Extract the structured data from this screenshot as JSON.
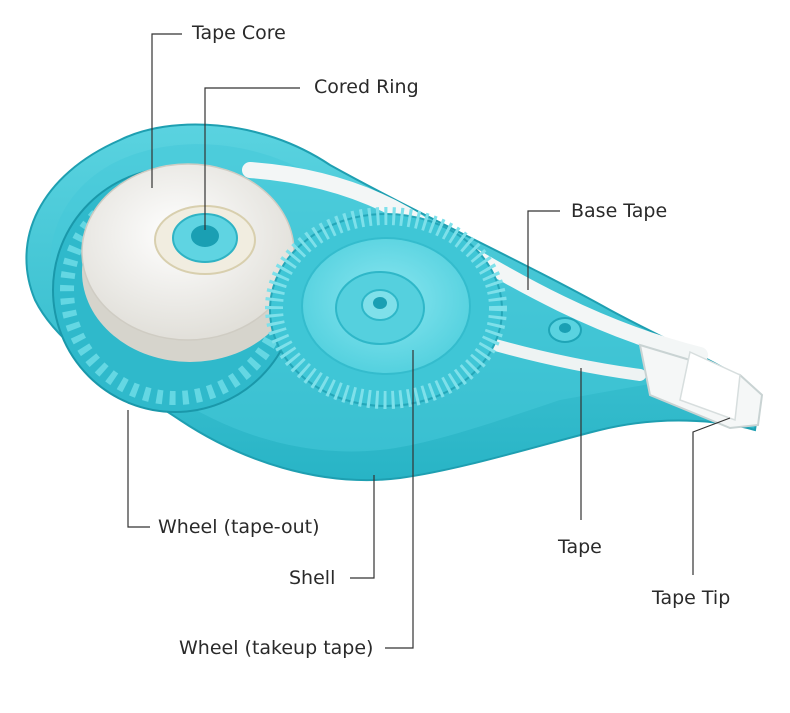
{
  "labels": {
    "tape_core": "Tape Core",
    "cored_ring": "Cored Ring",
    "base_tape": "Base Tape",
    "wheel_tape_out": "Wheel (tape-out)",
    "shell": "Shell",
    "wheel_takeup": "Wheel (takeup tape)",
    "tape": "Tape",
    "tape_tip": "Tape Tip"
  },
  "colors": {
    "shell": "#38c4d4",
    "shell_dark": "#1fa5b7",
    "shell_light": "#7fdde8",
    "tape_roll": "#ecebe6",
    "leader_line": "#333333"
  }
}
